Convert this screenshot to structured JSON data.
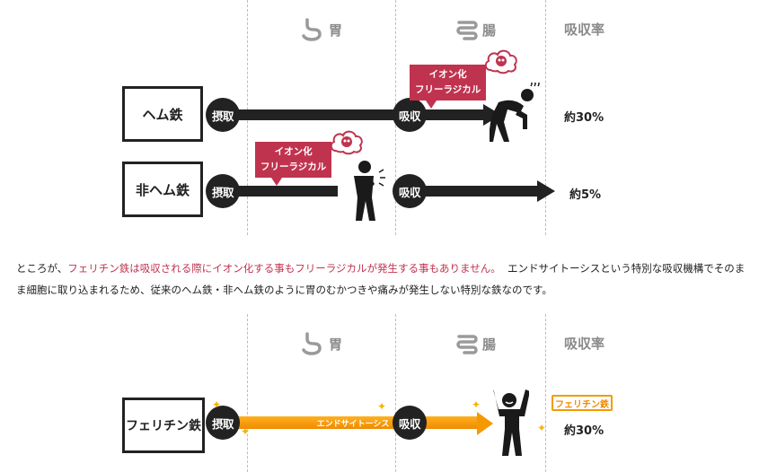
{
  "diagram1": {
    "columns": {
      "stomach": "胃",
      "intestine": "腸",
      "rate": "吸収率"
    },
    "rows": [
      {
        "label": "ヘム鉄",
        "intake": "摂取",
        "absorb": "吸収",
        "rate": "約30%"
      },
      {
        "label": "非ヘム鉄",
        "intake": "摂取",
        "absorb": "吸収",
        "rate": "約5%"
      }
    ],
    "bubble1": "イオン化\nフリーラジカル",
    "bubble2": "イオン化\nフリーラジカル"
  },
  "paragraph": {
    "lead": "ところが、",
    "highlight": "フェリチン鉄は吸収される際にイオン化する事もフリーラジカルが発生する事もありません。",
    "rest": "エンドサイトーシスという特別な吸収機構でそのまま細胞に取り込まれるため、従来のヘム鉄・非ヘム鉄のように胃のむかつきや痛みが発生しない特別な鉄なのです。"
  },
  "diagram2": {
    "columns": {
      "stomach": "胃",
      "intestine": "腸",
      "rate": "吸収率"
    },
    "row": {
      "label": "フェリチン鉄",
      "intake": "摂取",
      "path": "エンドサイトーシス",
      "absorb": "吸収",
      "badge": "フェリチン鉄",
      "rate": "約30%"
    }
  },
  "colors": {
    "accent": "#c0334f",
    "orange": "#f49a00",
    "dark": "#222222"
  },
  "icons": [
    "stomach-icon",
    "intestine-icon",
    "skull-cloud-icon",
    "sick-person-icon",
    "pain-person-icon",
    "happy-person-icon"
  ]
}
